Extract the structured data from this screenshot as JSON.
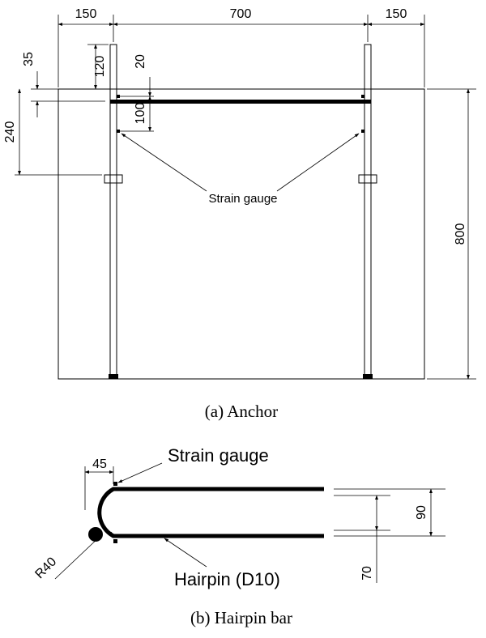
{
  "anchor": {
    "dims": {
      "left_width": "150",
      "middle_width": "700",
      "right_width": "150",
      "protrusion": "120",
      "rebar_offset": "35",
      "gauge_from_top": "20",
      "gauge_spacing": "100",
      "embed_depth": "240",
      "block_height": "800"
    },
    "gauge_label": "Strain gauge",
    "caption": "(a)  Anchor"
  },
  "hairpin": {
    "dims": {
      "bend_width": "45",
      "radius": "R40",
      "leg_spacing": "90",
      "lower_dim": "70"
    },
    "gauge_label": "Strain gauge",
    "bar_label": "Hairpin (D10)",
    "caption": "(b)  Hairpin  bar"
  }
}
